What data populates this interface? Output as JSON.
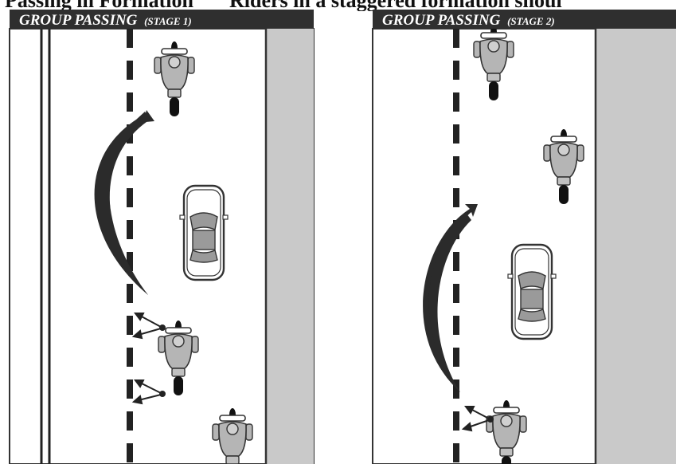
{
  "cut_heading": {
    "left": "Passing in Formation",
    "right": "Riders in a staggered formation shoul"
  },
  "panels": [
    {
      "title_main": "GROUP PASSING",
      "title_stage": "(STAGE 1)"
    },
    {
      "title_main": "GROUP PASSING",
      "title_stage": "(STAGE 2)"
    }
  ],
  "colors": {
    "banner": "#2f2f2f",
    "road": "#ffffff",
    "shoulder": "#c9c9c9",
    "lane_marking": "#222222",
    "arrow": "#2b2b2b",
    "vehicle_outline": "#333333",
    "rider_fill": "#b5b5b5"
  },
  "icons": [
    "motorcycle-rider-icon",
    "car-icon",
    "mirror-sightline-arrow-icon",
    "passing-arrow-icon"
  ]
}
